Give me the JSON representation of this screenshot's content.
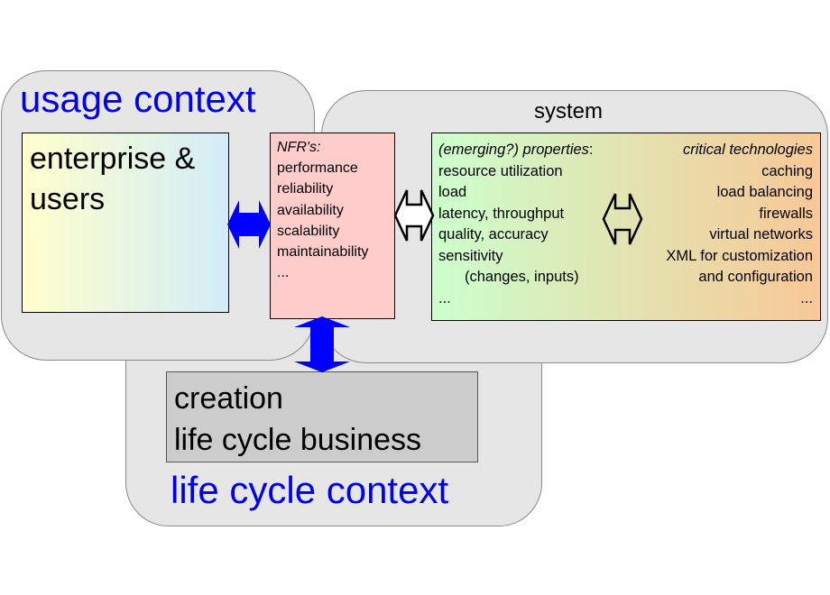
{
  "contexts": {
    "usage_title": "usage context",
    "lifecycle_title": "life cycle context",
    "system_title": "system"
  },
  "enterprise": {
    "lines": [
      "enterprise &",
      "users"
    ]
  },
  "nfr": {
    "heading": "NFR's:",
    "items": [
      "performance",
      "reliability",
      "availability",
      "scalability",
      "maintainability",
      "..."
    ]
  },
  "properties": {
    "heading_italic": "(emerging?) properties",
    "heading_suffix": ":",
    "items": [
      "resource utilization",
      "load",
      "latency, throughput",
      "quality, accuracy",
      "sensitivity"
    ],
    "indented_item": "(changes, inputs)",
    "ellipsis": "..."
  },
  "technologies": {
    "heading": "critical technologies",
    "items": [
      "caching",
      "load balancing",
      "firewalls",
      "virtual networks",
      "XML for customization",
      "and configuration",
      "..."
    ]
  },
  "lifecycle": {
    "lines": [
      "creation",
      "life cycle business"
    ]
  },
  "colors": {
    "context_title": "#0000ee",
    "context_bg": "#e6e6e6",
    "arrow_blue": "#0000ff",
    "nfr_bg": "#ffcccc",
    "creation_bg": "#cccccc",
    "enterprise_gradient": [
      "#ffffcc",
      "#d2ecf8"
    ],
    "properties_gradient": [
      "#ccffcc",
      "#f8c896"
    ]
  },
  "icons": {
    "usage_nfr_arrow": "double-arrow-horizontal-icon",
    "nfr_lifecycle_arrow": "double-arrow-vertical-icon",
    "nfr_properties_connector": "double-hollow-arrow-icon",
    "properties_tech_connector": "double-hollow-arrow-icon"
  }
}
